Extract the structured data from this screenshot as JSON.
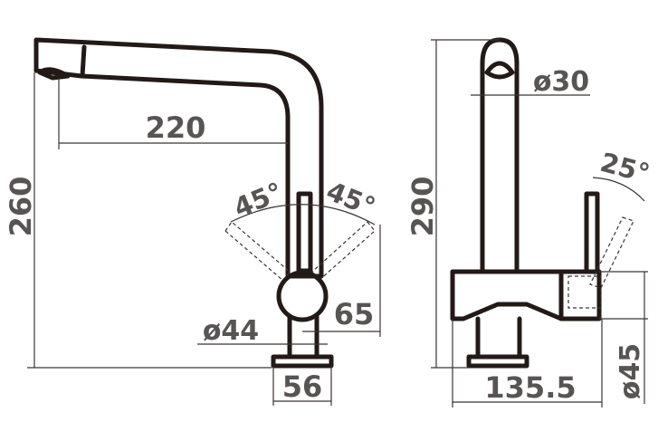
{
  "front_view": {
    "dim_spout_reach": "220",
    "dim_total_height": "260",
    "dim_angle_left": "45°",
    "dim_angle_right": "45°",
    "dim_lever_offset": "65",
    "dim_body_diameter": "ø44",
    "dim_base_width": "56"
  },
  "side_view": {
    "dim_total_height": "290",
    "dim_spout_diameter": "ø30",
    "dim_lever_angle": "25°",
    "dim_depth": "135.5",
    "dim_base_diameter": "ø45"
  },
  "colors": {
    "outline": "#231a17",
    "dimension_text": "#595454"
  }
}
